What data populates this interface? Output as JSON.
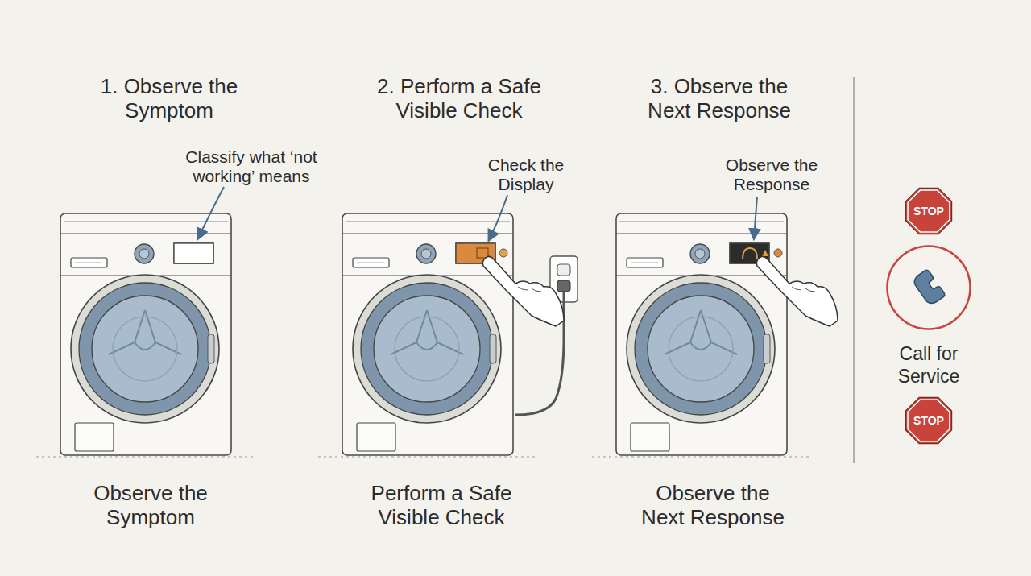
{
  "diagram": {
    "nodes": [
      {
        "text": [
          "STOP"
        ]
      },
      {
        "text": [
          "Call for Service"
        ]
      },
      {
        "text": [
          "STOP"
        ]
      }
    ],
    "labels": [
      "1. Observe the Symptom",
      "Classify what ‘not working’ means",
      "2. Perform a Safe Visible Check",
      "Check the Display",
      "3. Observe the Next Response",
      "Observe the Response",
      "Observe the Symptom",
      "Perform a Safe Visible Check",
      "Observe the Next Response"
    ]
  }
}
